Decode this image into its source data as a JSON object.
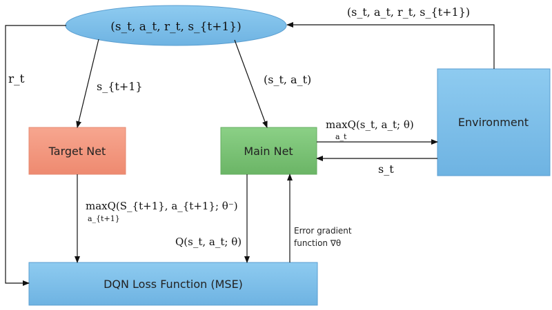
{
  "nodes": {
    "replay_memory": "(s_t, a_t, r_t, s_{t+1})",
    "target_net": "Target Net",
    "main_net": "Main Net",
    "environment": "Environment",
    "loss_function": "DQN Loss Function (MSE)"
  },
  "edges": {
    "env_to_memory": "(s_t, a_t, r_t, s_{t+1})",
    "memory_to_loss_reward": "r_t",
    "memory_to_target": "s_{t+1}",
    "memory_to_main": "(s_t, a_t)",
    "main_to_env_top": "maxQ(s_t, a_t; θ)",
    "main_to_env_sub": "a_t",
    "env_to_main": "s_t",
    "target_to_loss_top": "maxQ(S_{t+1}, a_{t+1}; θ⁻)",
    "target_to_loss_sub": "a_{t+1}",
    "main_to_loss": "Q(s_t, a_t; θ)",
    "loss_to_main_line1": "Error gradient",
    "loss_to_main_line2": "function ∇θ"
  },
  "colors": {
    "ellipse": "#6fb3e3",
    "blue_box": "#79bde8",
    "target_box": "#f2957c",
    "main_box": "#77c073",
    "arrow": "#111111"
  }
}
